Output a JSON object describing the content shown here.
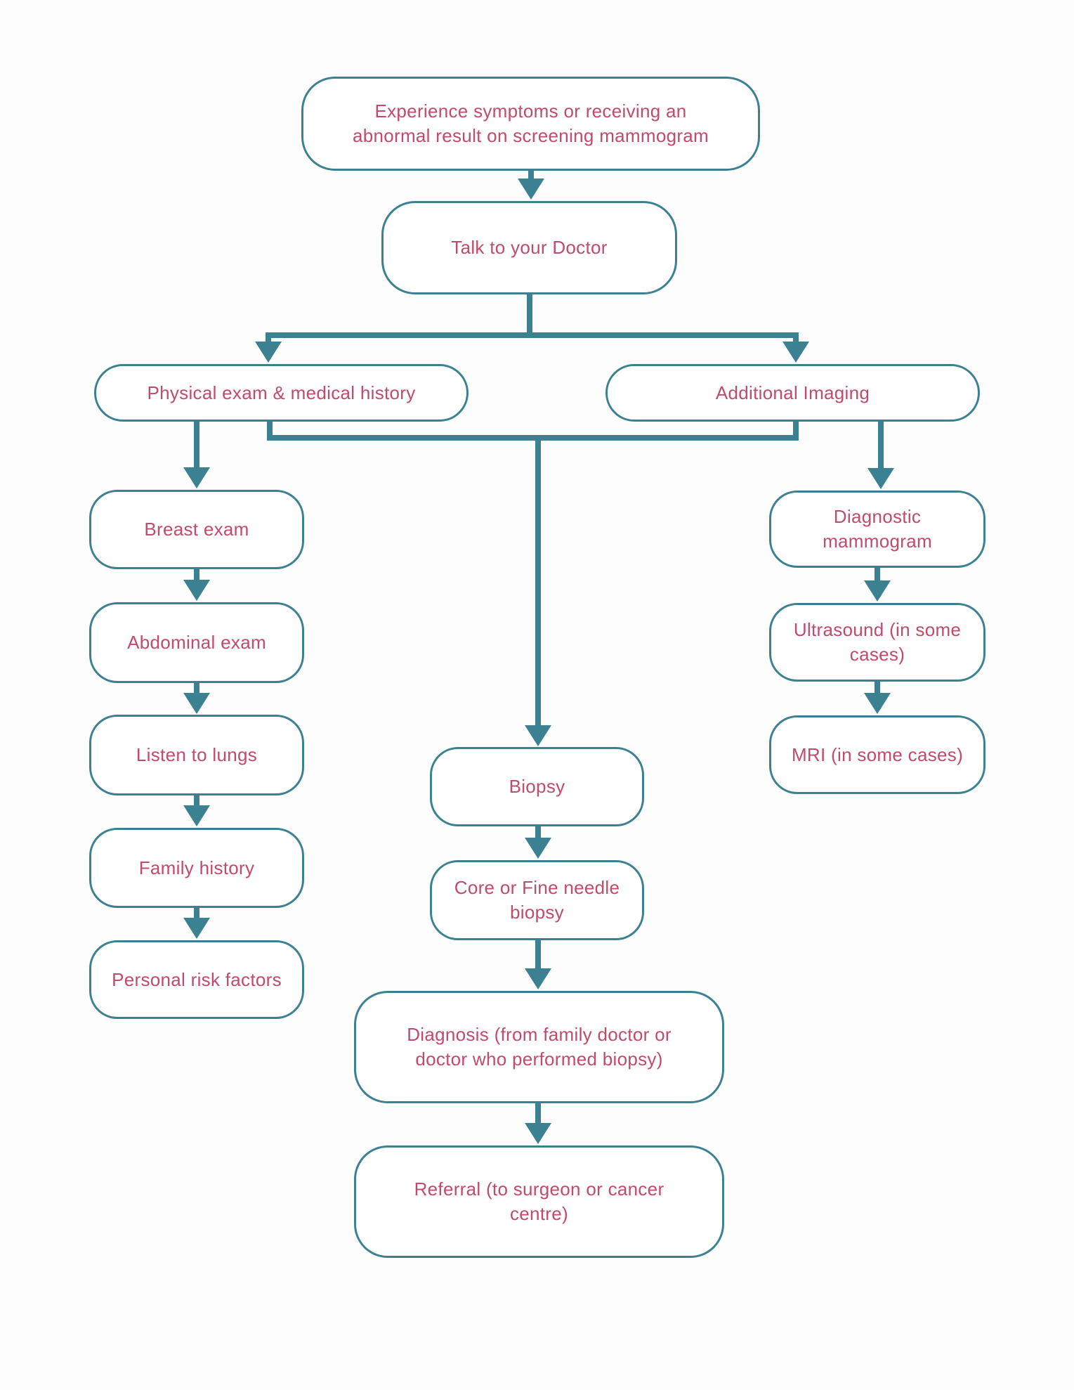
{
  "diagram": {
    "type": "flowchart",
    "subject": "Breast cancer diagnosis pathway"
  },
  "colors": {
    "connector_teal": "#3c8191",
    "box_border_teal": "#3c8191",
    "label_pink": "#c24a6a",
    "background": "#fdfdfd",
    "box_fill": "#ffffff"
  },
  "nodes": {
    "start": {
      "label": "Experience symptoms or receiving an\nabnormal result on screening mammogram"
    },
    "talk": {
      "label": "Talk to your Doctor"
    },
    "physical": {
      "label": "Physical exam & medical history"
    },
    "imaging": {
      "label": "Additional Imaging"
    },
    "breast": {
      "label": "Breast exam"
    },
    "abdominal": {
      "label": "Abdominal exam"
    },
    "lungs": {
      "label": "Listen to lungs"
    },
    "family": {
      "label": "Family history"
    },
    "personal": {
      "label": "Personal risk factors"
    },
    "diagnostic_mammogram": {
      "label": "Diagnostic\nmammogram"
    },
    "ultrasound": {
      "label": "Ultrasound (in some\ncases)"
    },
    "mri": {
      "label": "MRI (in some cases)"
    },
    "biopsy": {
      "label": "Biopsy"
    },
    "core_biopsy": {
      "label": "Core or Fine needle\nbiopsy"
    },
    "diagnosis": {
      "label": "Diagnosis (from family doctor or\ndoctor who performed biopsy)"
    },
    "referral": {
      "label": "Referral (to surgeon or cancer\ncentre)"
    }
  },
  "edges": [
    {
      "from": "start",
      "to": "talk"
    },
    {
      "from": "talk",
      "to": "physical"
    },
    {
      "from": "talk",
      "to": "imaging"
    },
    {
      "from": "physical",
      "to": "breast"
    },
    {
      "from": "breast",
      "to": "abdominal"
    },
    {
      "from": "abdominal",
      "to": "lungs"
    },
    {
      "from": "lungs",
      "to": "family"
    },
    {
      "from": "family",
      "to": "personal"
    },
    {
      "from": "imaging",
      "to": "diagnostic_mammogram"
    },
    {
      "from": "diagnostic_mammogram",
      "to": "ultrasound"
    },
    {
      "from": "ultrasound",
      "to": "mri"
    },
    {
      "from": "physical+imaging",
      "to": "biopsy"
    },
    {
      "from": "biopsy",
      "to": "core_biopsy"
    },
    {
      "from": "core_biopsy",
      "to": "diagnosis"
    },
    {
      "from": "diagnosis",
      "to": "referral"
    }
  ]
}
